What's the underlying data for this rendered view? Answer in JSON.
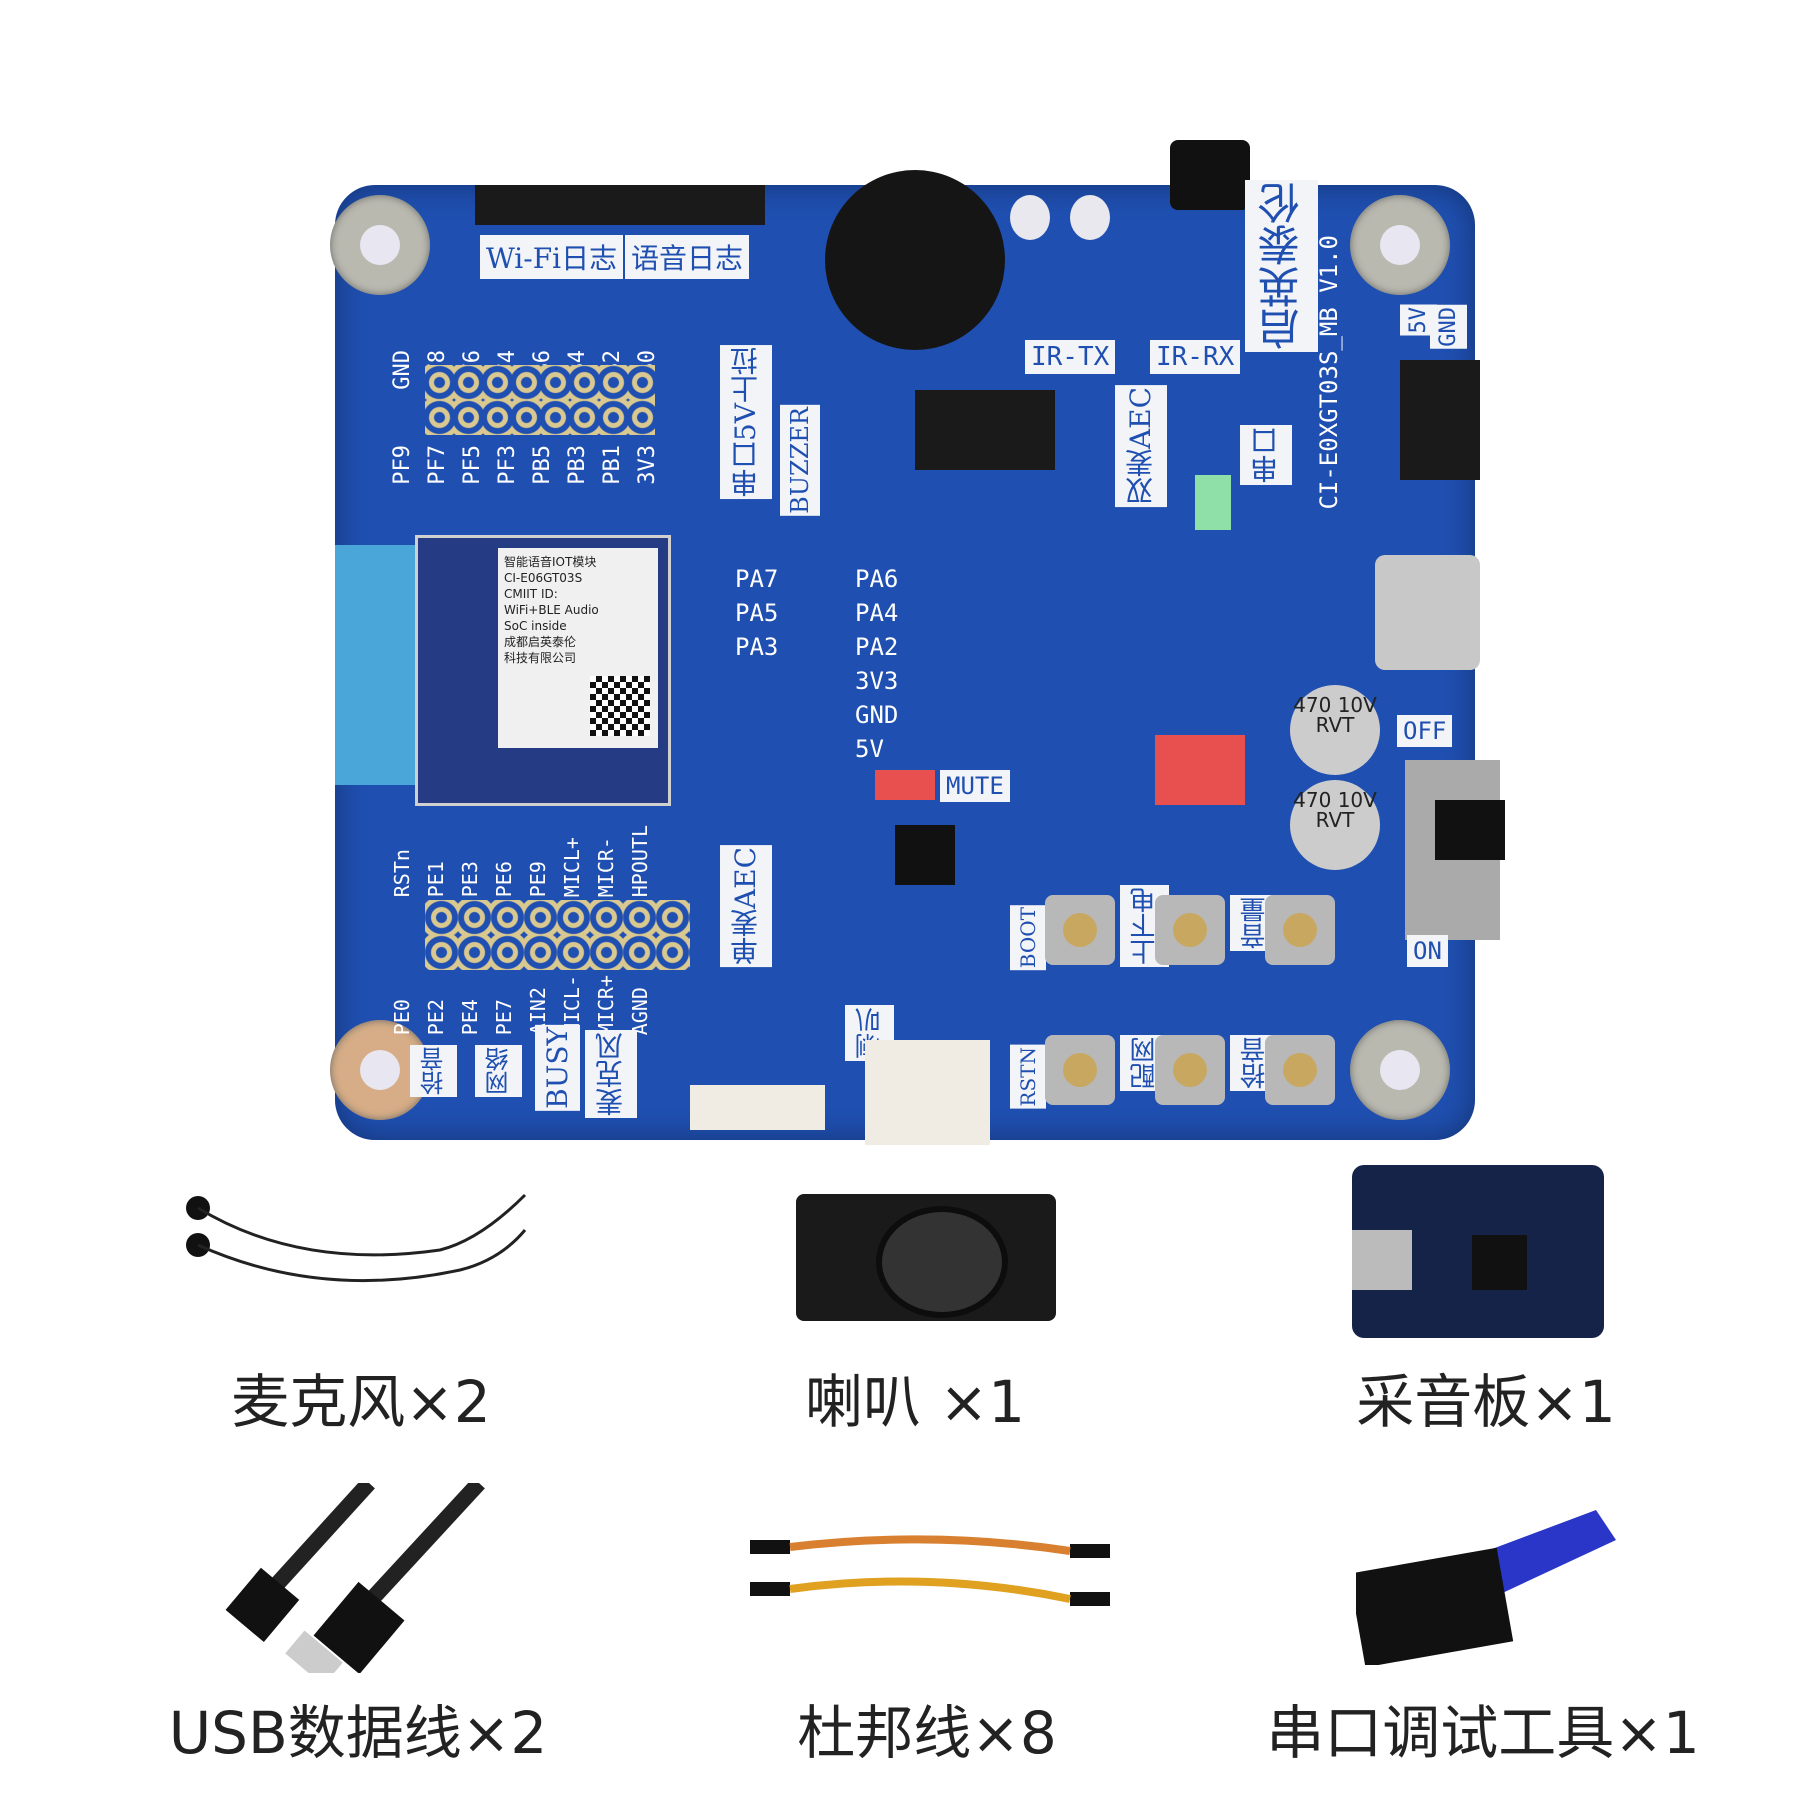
{
  "board": {
    "brand": "启英泰伦",
    "model": "CI-E0XGT03S_MB V1.0",
    "header_labels": [
      "Wi-Fi日志",
      "语音日志"
    ],
    "top_pins": [
      "GND",
      "PF8",
      "PF6",
      "PF4",
      "PB6",
      "PB4",
      "PB2",
      "PB0"
    ],
    "top_pins_row2": [
      "PF9",
      "PF7",
      "PF5",
      "PF3",
      "PB5",
      "PB3",
      "PB1",
      "3V3"
    ],
    "module_text": [
      "智能语音IOT模块",
      "CI-E06GT03S",
      "CMIIT ID:",
      "WiFi+BLE Audio",
      "SoC inside",
      "成都启英泰伦",
      "科技有限公司"
    ],
    "mid_pins_left": [
      "PA7",
      "PA5",
      "PA3"
    ],
    "mid_pins_right": [
      "PA6",
      "PA4",
      "PA2",
      "3V3",
      "GND",
      "5V"
    ],
    "labels": {
      "pullup": "串口5V上拉",
      "buzzer": "BUZZER",
      "ir_tx": "IR-TX",
      "ir_rx": "IR-RX",
      "aec": "双麦AEC",
      "uart": "串口",
      "mute": "MUTE",
      "off": "OFF",
      "on": "ON",
      "power_5v": "5V",
      "power_gnd": "GND",
      "cap": "470 10V RVT",
      "boot": "BOOT",
      "rstn": "RSTN",
      "buttons": [
        "上下电",
        "音量",
        "配网",
        "拾音"
      ],
      "single_aec": "单麦AEC",
      "mic": "麦克风",
      "speaker": "喇叭",
      "busy": "BUSY",
      "leds": [
        "拾音",
        "网络"
      ]
    },
    "bottom_pins": [
      "RSTn",
      "PE1",
      "PE3",
      "PE6",
      "PE9",
      "MICL+",
      "MICR-",
      "HPOUTL"
    ],
    "bottom_pins_row2": [
      "PE0",
      "PE2",
      "PE4",
      "PE7",
      "AIN2",
      "MICL-",
      "MICR+",
      "AGND"
    ]
  },
  "accessories": [
    {
      "name": "麦克风×2"
    },
    {
      "name": "喇叭 ×1"
    },
    {
      "name": "采音板×1"
    },
    {
      "name": "USB数据线×2"
    },
    {
      "name": "杜邦线×8"
    },
    {
      "name": "串口调试工具×1"
    }
  ]
}
